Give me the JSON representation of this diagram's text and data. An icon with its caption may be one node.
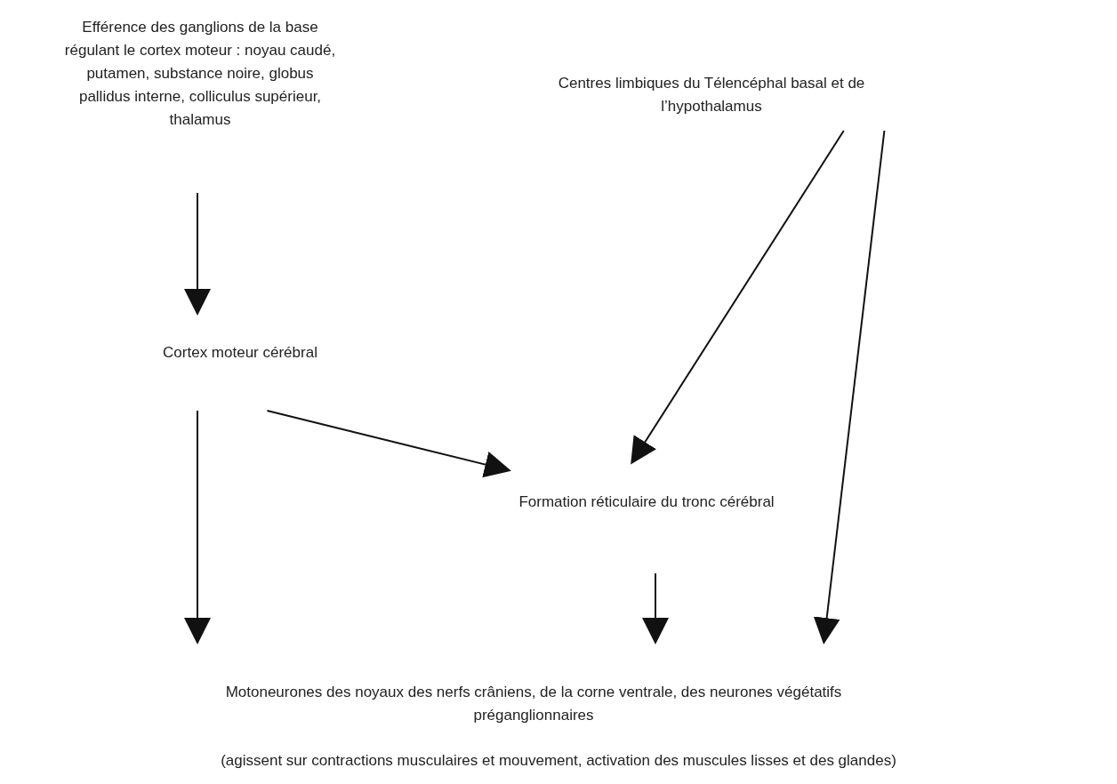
{
  "diagram": {
    "nodes": [
      {
        "text": [
          "Efférence des ganglions de la base régulant le cortex moteur : noyau caudé, putamen, substance noire, globus pallidus interne, colliculus supérieur, thalamus"
        ]
      },
      {
        "text": [
          "Centres limbiques du Télencéphal basal et de l’hypothalamus"
        ]
      },
      {
        "text": [
          "Cortex moteur cérébral"
        ]
      },
      {
        "text": [
          "Formation réticulaire du tronc cérébral"
        ]
      },
      {
        "text": [
          "Motoneurones des noyaux des nerfs crâniens, de la corne ventrale, des neurones végétatifs préganglionnaires"
        ],
        "beside": [
          "(agissent sur contractions musculaires et mouvement, activation des muscules lisses et des glandes)"
        ]
      }
    ],
    "edges": [
      {
        "from": 0,
        "to": 2,
        "arrow": "to"
      },
      {
        "from": 2,
        "to": 4,
        "arrow": "to"
      },
      {
        "from": 2,
        "to": 3,
        "arrow": "to"
      },
      {
        "from": 1,
        "to": 3,
        "arrow": "to"
      },
      {
        "from": 1,
        "to": 4,
        "arrow": "to"
      },
      {
        "from": 3,
        "to": 4,
        "arrow": "to"
      }
    ]
  }
}
